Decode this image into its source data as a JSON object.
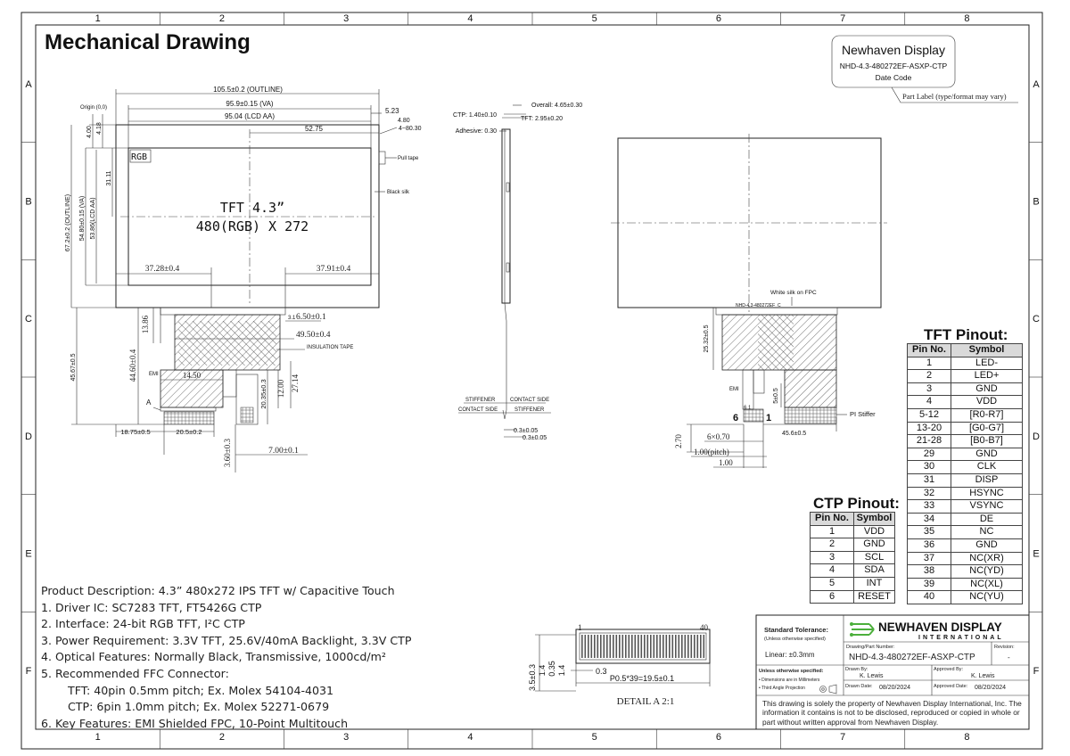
{
  "title": "Mechanical Drawing",
  "grid": {
    "cols": [
      "1",
      "2",
      "3",
      "4",
      "5",
      "6",
      "7",
      "8"
    ],
    "rows": [
      "A",
      "B",
      "C",
      "D",
      "E",
      "F"
    ]
  },
  "part_label": {
    "brand": "Newhaven Display",
    "part": "NHD-4.3-480272EF-ASXP-CTP",
    "date_code": "Date Code",
    "note": "Part Label (type/format may vary)"
  },
  "front_view": {
    "outline_w": "105.5±0.2 (OUTLINE)",
    "va_w": "95.9±0.15 (VA)",
    "aa_w": "95.04 (LCD AA)",
    "center_w": "52.75",
    "dim_523": "5.23",
    "dim_480": "4.80",
    "dim_4080": "4~80.30",
    "origin": "Origin (0,0)",
    "dim_400": "4.00",
    "dim_418": "4.18",
    "dim_3111": "31.11",
    "outline_h": "67.2±0.2 (OUTLINE)",
    "va_h": "54.80±0.15 (VA)",
    "aa_h": "53.86(LCD AA)",
    "rgb": "RGB",
    "tft_line1": "TFT 4.3”",
    "tft_line2": "480(RGB) X 272",
    "pull_tape": "Pull tape",
    "black_silk": "Black silk",
    "left_pos": "37.28±0.4",
    "right_pos": "37.91±0.4",
    "dim_1386": "13.86",
    "dim_650": "6.50±0.1",
    "dim_31": "3.1",
    "dim_4950": "49.50±0.4",
    "insulation": "INSULATION TAPE",
    "emi": "EMI",
    "dim_4460": "44.60±0.4",
    "dim_1450": "14.50",
    "dim_2035": "20.35±0.3",
    "dim_1200": "12.00",
    "dim_2714": "27.14",
    "dim_4567": "45.67±0.5",
    "label_a": "A",
    "dim_1875": "18.75±0.5",
    "dim_205": "20.5±0.2",
    "dim_360": "3.60±0.3",
    "dim_700": "7.00±0.1"
  },
  "side_view": {
    "ctp": "CTP: 1.40±0.10",
    "overall": "Overall: 4.65±0.30",
    "tft": "TFT: 2.95±0.20",
    "adhesive": "Adhesive: 0.30",
    "stiffener": "STIFFENER",
    "contact_side": "CONTACT SIDE",
    "stiffener2": "STIFFENER",
    "contact_side2": "CONTACT SIDE",
    "dim_03a": "0.3±0.05",
    "dim_03b": "0.3±0.05"
  },
  "back_view": {
    "white_silk": "White silk on FPC",
    "fpc_text": "NHD-4.3-480272EF_C",
    "dim_2532": "25.32±0.5",
    "emi": "EMI",
    "ctp_pins": "6 1",
    "dim_5": "5±0.5",
    "pin6": "6",
    "pin1": "1",
    "pi_stiffer": "PI Stiffer",
    "dim_456": "45.6±0.5",
    "dim_270": "2.70",
    "dim_6x070": "6×0.70",
    "dim_pitch": "1.00(pitch)",
    "dim_100": "1.00"
  },
  "detail": {
    "pin1": "1",
    "pin40": "40",
    "dim_35": "3.5±0.3",
    "dim_14a": "1.4",
    "dim_035": "0.35",
    "dim_14b": "1.4",
    "dim_03": "0.3",
    "pitch": "P0.5*39=19.5±0.1",
    "caption": "DETAIL A 2:1"
  },
  "tft_pinout": {
    "title": "TFT Pinout:",
    "headers": [
      "Pin No.",
      "Symbol"
    ],
    "rows": [
      [
        "1",
        "LED-"
      ],
      [
        "2",
        "LED+"
      ],
      [
        "3",
        "GND"
      ],
      [
        "4",
        "VDD"
      ],
      [
        "5-12",
        "[R0-R7]"
      ],
      [
        "13-20",
        "[G0-G7]"
      ],
      [
        "21-28",
        "[B0-B7]"
      ],
      [
        "29",
        "GND"
      ],
      [
        "30",
        "CLK"
      ],
      [
        "31",
        "DISP"
      ],
      [
        "32",
        "HSYNC"
      ],
      [
        "33",
        "VSYNC"
      ],
      [
        "34",
        "DE"
      ],
      [
        "35",
        "NC"
      ],
      [
        "36",
        "GND"
      ],
      [
        "37",
        "NC(XR)"
      ],
      [
        "38",
        "NC(YD)"
      ],
      [
        "39",
        "NC(XL)"
      ],
      [
        "40",
        "NC(YU)"
      ]
    ]
  },
  "ctp_pinout": {
    "title": "CTP Pinout:",
    "headers": [
      "Pin No.",
      "Symbol"
    ],
    "rows": [
      [
        "1",
        "VDD"
      ],
      [
        "2",
        "GND"
      ],
      [
        "3",
        "SCL"
      ],
      [
        "4",
        "SDA"
      ],
      [
        "5",
        "INT"
      ],
      [
        "6",
        "RESET"
      ]
    ]
  },
  "description": [
    "Product Description: 4.3” 480x272 IPS TFT w/ Capacitive Touch",
    "1. Driver IC: SC7283 TFT, FT5426G CTP",
    "2. Interface: 24-bit RGB TFT, I²C CTP",
    "3. Power Requirement: 3.3V TFT,  25.6V/40mA Backlight, 3.3V CTP",
    "4. Optical Features: Normally Black, Transmissive, 1000cd/m²",
    "5. Recommended FFC Connector:",
    "TFT: 40pin 0.5mm pitch; Ex. Molex 54104-4031",
    "CTP: 6pin 1.0mm pitch; Ex. Molex 52271-0679",
    "6. Key Features: EMI Shielded FPC, 10-Point Multitouch"
  ],
  "title_block": {
    "std_tol": "Standard Tolerance:",
    "unless": "(Unless otherwise specified)",
    "linear": "Linear:  ±0.3mm",
    "logo_top": "NEWHAVEN DISPLAY",
    "logo_bottom": "INTERNATIONAL",
    "drawing_no_label": "Drawing/Part Number:",
    "drawing_no": "NHD-4.3-480272EF-ASXP-CTP",
    "revision_label": "Revision:",
    "revision": "-",
    "unless2": "Unless otherwise specified:",
    "dims_mm": "• Dimensions are in Millimeters",
    "projection": "• Third Angle Projection",
    "drawn_by_label": "Drawn By:",
    "drawn_by": "K. Lewis",
    "approved_by_label": "Approved By:",
    "approved_by": "K. Lewis",
    "drawn_date_label": "Drawn Date:",
    "drawn_date": "08/20/2024",
    "approved_date_label": "Approved Date:",
    "approved_date": "08/20/2024",
    "notice": "This drawing is solely the property of Newhaven Display International, Inc. The information it contains is not to be disclosed, reproduced or copied in whole or part without written approval from Newhaven Display."
  },
  "colors": {
    "logo_green": "#4caf3c",
    "logo_text": "#333333"
  }
}
